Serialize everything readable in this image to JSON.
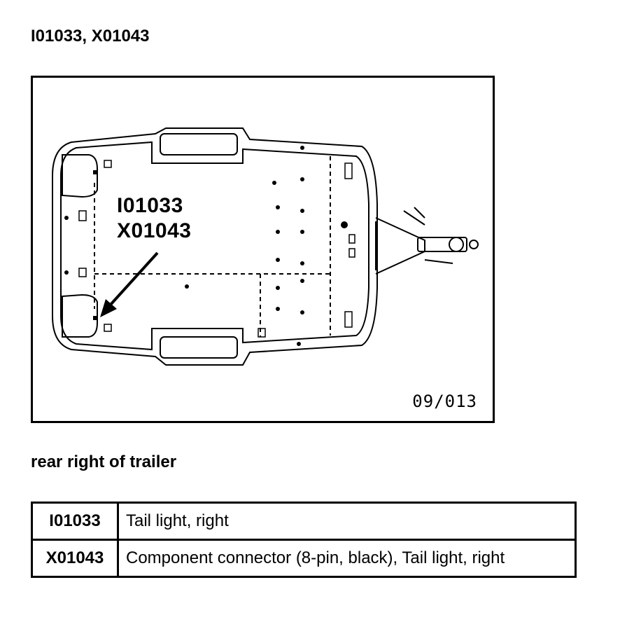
{
  "heading": "I01033, X01043",
  "figure": {
    "callout_line1": "I01033",
    "callout_line2": "X01043",
    "figure_code": "09/013"
  },
  "location": "rear right of trailer",
  "legend": [
    {
      "code": "I01033",
      "description": "Tail light, right"
    },
    {
      "code": "X01043",
      "description": "Component connector (8-pin, black), Tail light, right"
    }
  ]
}
